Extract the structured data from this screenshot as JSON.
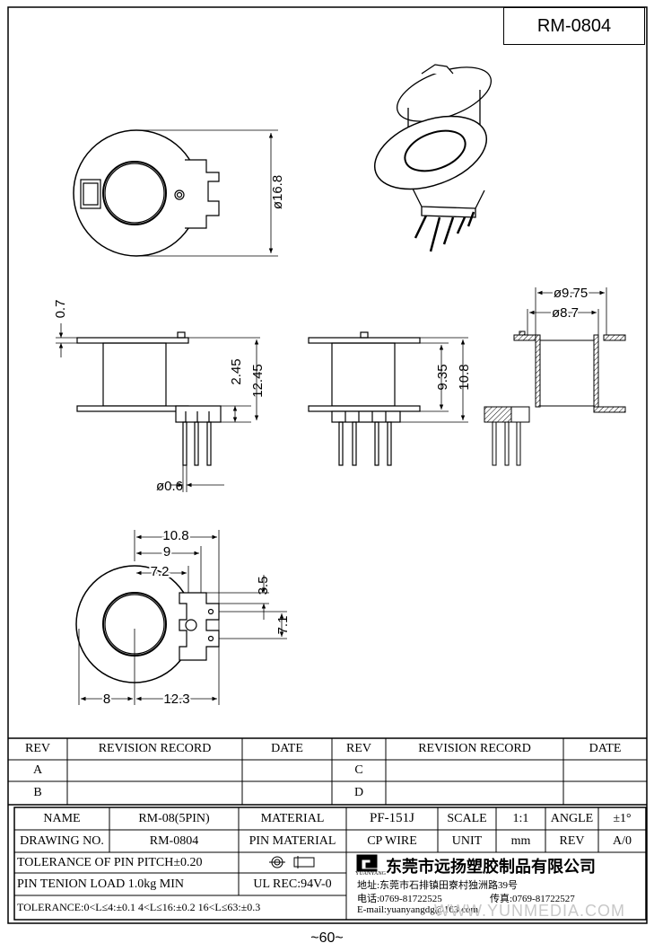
{
  "part_number": "RM-0804",
  "page_number": "~60~",
  "dimensions": {
    "d_outer": "ø16.8",
    "flange_t": "0.7",
    "h_inner": "2.45",
    "h_total": "12.45",
    "pin_d": "ø0.6",
    "h_a": "9.35",
    "h_b": "10.8",
    "d_a": "ø9.75",
    "d_b": "ø8.7",
    "w_total": "10.8",
    "w_9": "9",
    "w_72": "7.2",
    "p_35": "3.5",
    "p_71": "7.1",
    "b_8": "8",
    "b_123": "12.3"
  },
  "revision": {
    "headers": [
      "REV",
      "REVISION RECORD",
      "DATE",
      "REV",
      "REVISION RECORD",
      "DATE"
    ],
    "rows": [
      [
        "A",
        "C"
      ],
      [
        "B",
        "D"
      ]
    ]
  },
  "info": {
    "name_label": "NAME",
    "name_value": "RM-08(5PIN)",
    "material_label": "MATERIAL",
    "material_value": "PF-151J",
    "scale_label": "SCALE",
    "scale_value": "1:1",
    "angle_label": "ANGLE",
    "angle_value": "±1°",
    "drawing_label": "DRAWING NO.",
    "drawing_value": "RM-0804",
    "pin_material_label": "PIN MATERIAL",
    "pin_material_value": "CP WIRE",
    "unit_label": "UNIT",
    "unit_value": "mm",
    "rev_label": "REV",
    "rev_value": "A/0",
    "tolerance_pitch": "TOLERANCE OF PIN PITCH±0.20",
    "pin_tension": "PIN TENION LOAD 1.0kg MIN",
    "ul_rec": "UL REC:94V-0",
    "tolerance": "TOLERANCE:0<L≤4:±0.1  4<L≤16:±0.2  16<L≤63:±0.3",
    "logo_text": "YUANYANG",
    "company": "东莞市远扬塑胶制品有限公司",
    "address": "地址:东莞市石排镇田寮村独洲路39号",
    "tel": "电话:0769-81722525",
    "fax": "传真:0769-81722527",
    "email": "E-mail:yuanyangdg@163.com",
    "watermark": "WWW.YUNMEDIA.COM"
  }
}
